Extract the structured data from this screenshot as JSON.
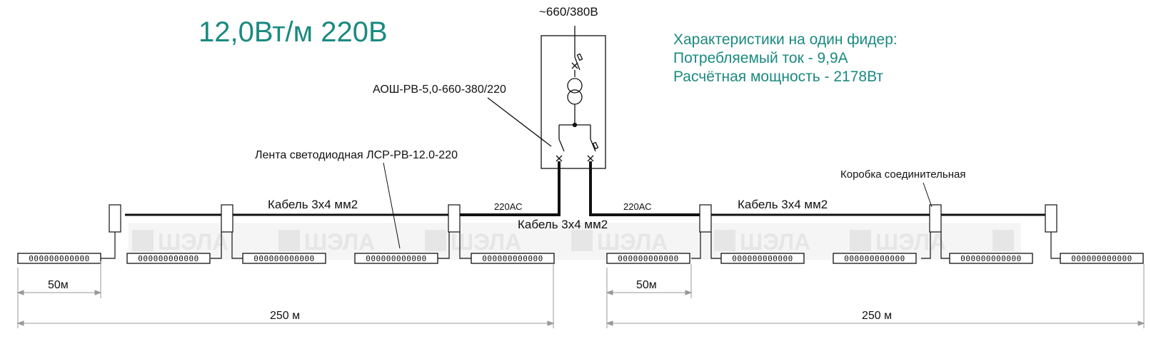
{
  "title": "12,0Вт/м 220В",
  "supply_voltage": "~660/380В",
  "characteristics": {
    "heading": "Характеристики на один фидер:",
    "current": "Потребляемый ток - 9,9А",
    "power": "Расчётная мощность - 2178Вт"
  },
  "labels": {
    "transformer_unit": "АОШ-РВ-5,0-660-380/220",
    "led_strip": "Лента светодиодная ЛСР-РВ-12.0-220",
    "junction_box": "Коробка соединительная",
    "cable_left": "Кабель 3х4 мм2",
    "cable_center": "Кабель 3х4 мм2",
    "cable_right": "Кабель 3х4 мм2",
    "voltage_left": "220АС",
    "voltage_right": "220АС"
  },
  "strip_pattern": "000000000000",
  "watermark": "ШЭЛА",
  "dimensions": {
    "segment_left": "50м",
    "segment_right": "50м",
    "total_left": "250 м",
    "total_right": "250 м"
  },
  "colors": {
    "accent": "#1a8a80",
    "line": "#111111",
    "watermark": "#e6e6e6"
  }
}
